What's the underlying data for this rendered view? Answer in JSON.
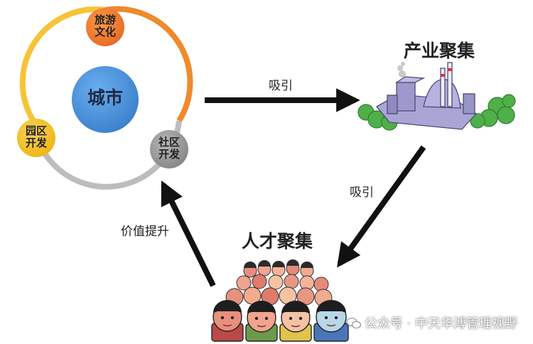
{
  "city": {
    "center_label": "城市",
    "nodes": [
      {
        "id": "tourism",
        "line1": "旅游",
        "line2": "文化",
        "color": "#f07a2b"
      },
      {
        "id": "park",
        "line1": "园区",
        "line2": "开发",
        "color": "#f4bf1e"
      },
      {
        "id": "community",
        "line1": "社区",
        "line2": "开发",
        "color": "#9a9a9a"
      }
    ],
    "center_color": "#4a8fd6",
    "ring_colors": [
      "#f08a2a",
      "#f6c43a",
      "#b8b8b8"
    ]
  },
  "industry": {
    "title": "产业聚集",
    "icon": "factory-icon"
  },
  "talent": {
    "title": "人才聚集",
    "icon": "crowd-icon"
  },
  "arrows": {
    "city_to_industry": "吸引",
    "industry_to_talent": "吸引",
    "talent_to_city": "价值提升"
  },
  "watermark": "公众号 · 中天华溥管理视野"
}
